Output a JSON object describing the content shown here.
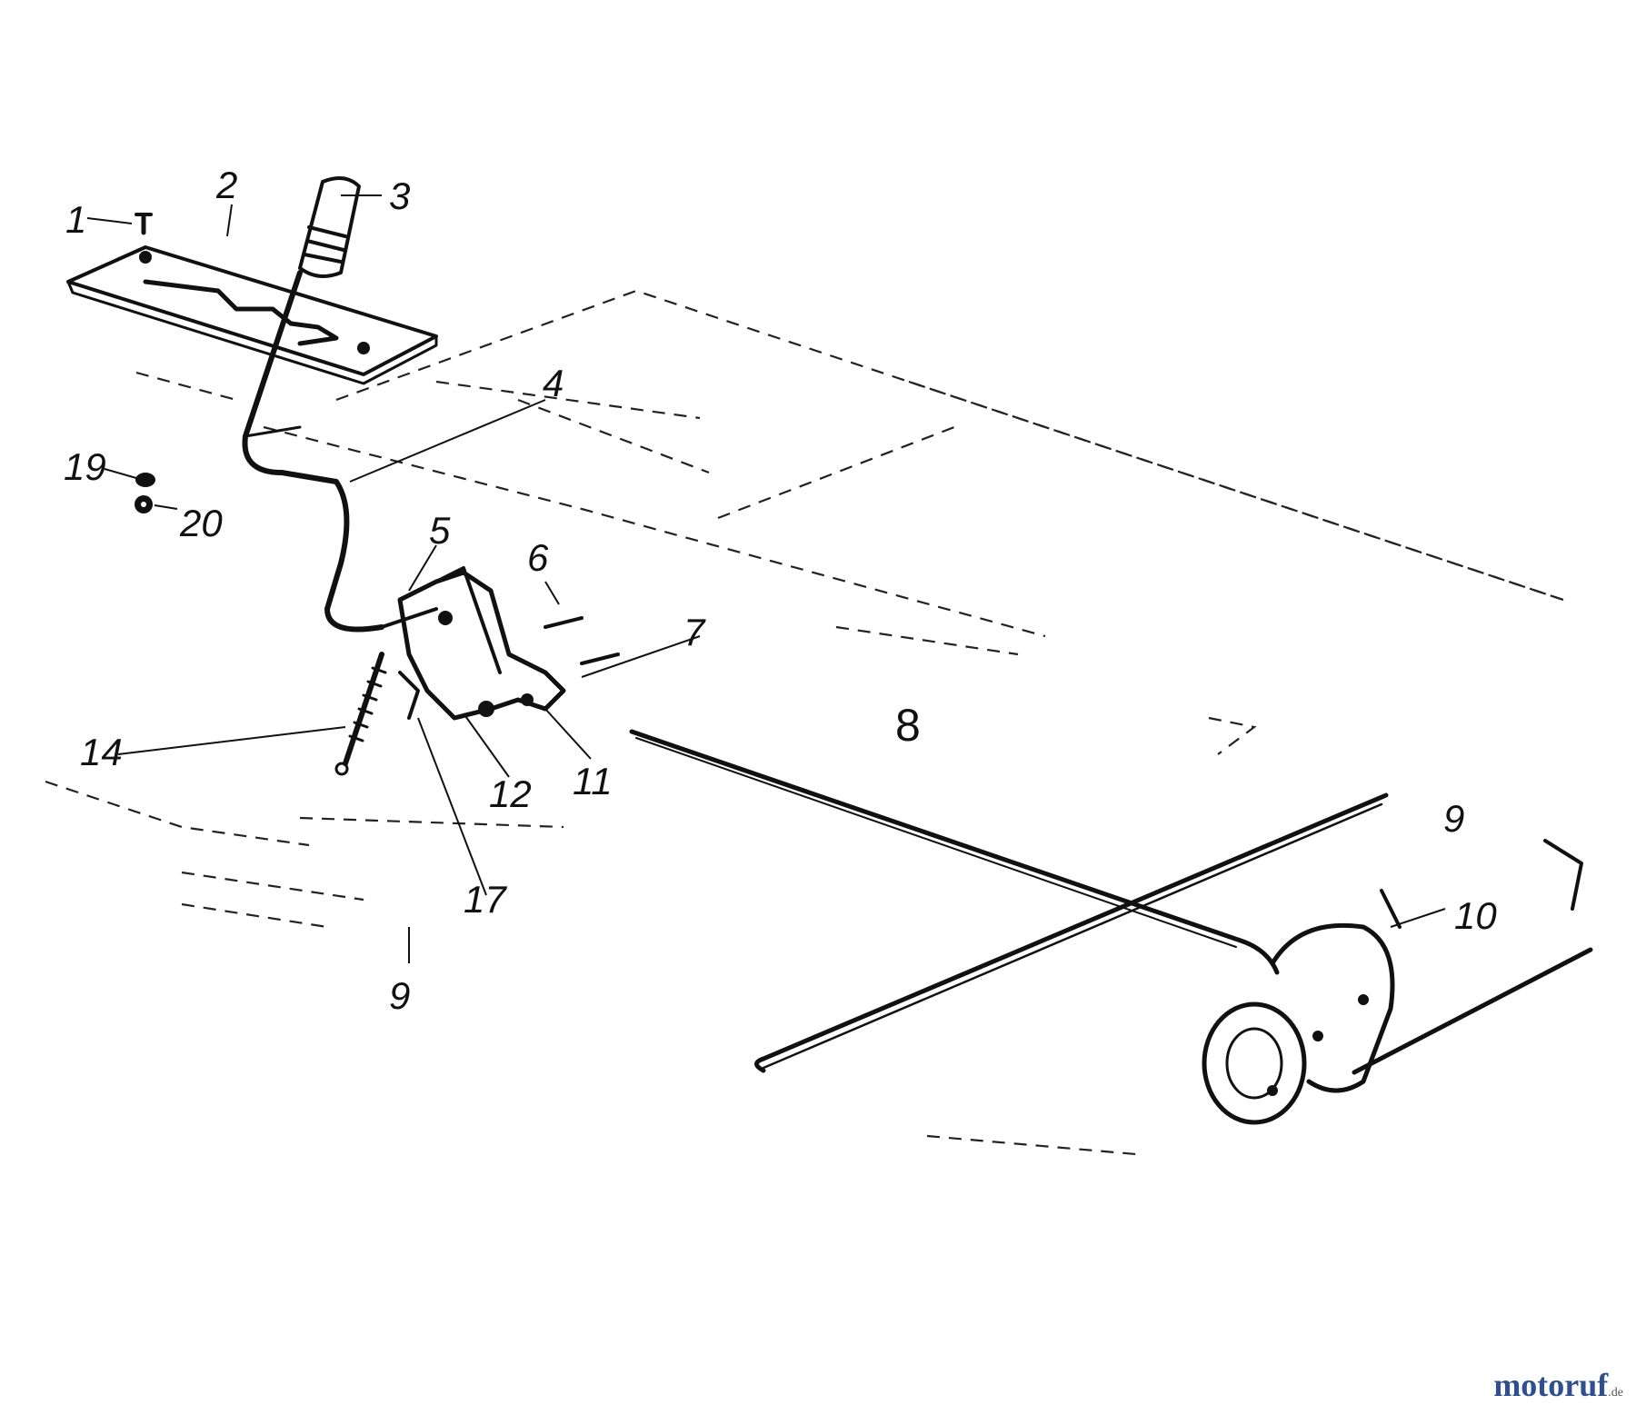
{
  "labels": {
    "p1": "1",
    "p2": "2",
    "p3": "3",
    "p4": "4",
    "p5": "5",
    "p6": "6",
    "p7": "7",
    "p8": "8",
    "p9a": "9",
    "p9b": "9",
    "p10": "10",
    "p11": "11",
    "p12": "12",
    "p14": "14",
    "p17": "17",
    "p19": "19",
    "p20": "20"
  },
  "watermark": {
    "main": "motoruf",
    "tld": ".de"
  },
  "colors": {
    "ink": "#111111",
    "background": "#ffffff",
    "watermark": "#2f4f8f"
  }
}
